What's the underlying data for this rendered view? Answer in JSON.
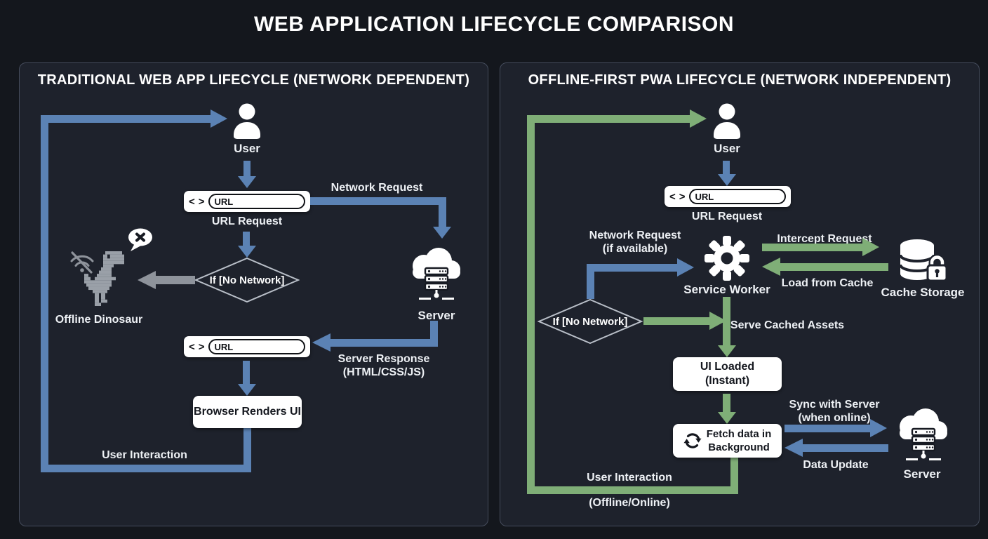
{
  "page": {
    "title": "WEB APPLICATION LIFECYCLE COMPARISON"
  },
  "colors": {
    "arrow_blue": "#5b82b4",
    "arrow_green": "#7fae77",
    "arrow_gray": "#8e939b",
    "diamond_border": "#b9bfc8",
    "panel_bg": "#1e222c",
    "panel_border": "#454c5c",
    "page_bg": "#14171d",
    "node_white": "#ffffff",
    "dino_gray": "#9aa0a8",
    "text": "#eef1f5"
  },
  "left": {
    "title": "TRADITIONAL WEB APP LIFECYCLE (NETWORK DEPENDENT)",
    "user_label": "User",
    "url_bar": {
      "back": "<",
      "forward": ">",
      "value": "URL"
    },
    "url_request": "URL Request",
    "network_request": "Network Request",
    "server_label": "Server",
    "decision": "If [No Network]",
    "offline_dinosaur": "Offline Dinosaur",
    "server_response": {
      "line1": "Server Response",
      "line2": "(HTML/CSS/JS)"
    },
    "url_bar2": {
      "back": "<",
      "forward": ">",
      "value": "URL"
    },
    "browser_renders": "Browser Renders UI",
    "user_interaction": "User Interaction"
  },
  "right": {
    "title": "OFFLINE-FIRST PWA LIFECYCLE (NETWORK INDEPENDENT)",
    "user_label": "User",
    "url_bar": {
      "back": "<",
      "forward": ">",
      "value": "URL"
    },
    "url_request": "URL Request",
    "network_request": {
      "line1": "Network Request",
      "line2": "(if available)"
    },
    "service_worker": "Service Worker",
    "intercept_request": "Intercept Request",
    "load_from_cache": "Load from Cache",
    "cache_storage": "Cache Storage",
    "decision": "If [No Network]",
    "serve_cached_assets": "Serve Cached Assets",
    "ui_loaded": {
      "line1": "UI Loaded",
      "line2": "(Instant)"
    },
    "fetch_background": {
      "line1": "Fetch data in",
      "line2": "Background"
    },
    "sync_with_server": {
      "line1": "Sync with Server",
      "line2": "(when online)"
    },
    "data_update": "Data Update",
    "server_label": "Server",
    "user_interaction": "User Interaction",
    "offline_online": "(Offline/Online)"
  }
}
